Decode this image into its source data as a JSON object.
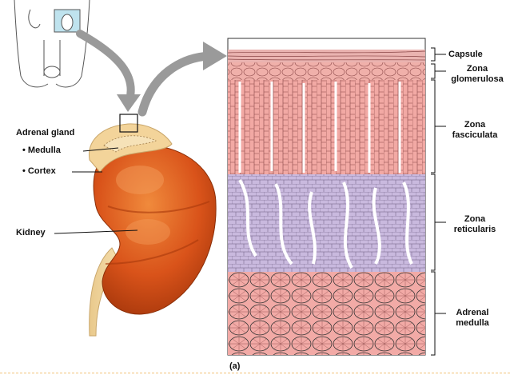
{
  "labels": {
    "adrenal_gland": "Adrenal gland",
    "medulla": "Medulla",
    "cortex": "Cortex",
    "kidney": "Kidney",
    "capsule": "Capsule",
    "zona_glomerulosa_1": "Zona",
    "zona_glomerulosa_2": "glomerulosa",
    "zona_fasciculata_1": "Zona",
    "zona_fasciculata_2": "fasciculata",
    "zona_reticularis_1": "Zona",
    "zona_reticularis_2": "reticularis",
    "adrenal_medulla_1": "Adrenal",
    "adrenal_medulla_2": "medulla",
    "panel": "(a)"
  },
  "colors": {
    "kidney": "#d9531a",
    "kidney_dark": "#b83e10",
    "adrenal": "#f3d49a",
    "capsule": "#e8a0a0",
    "fasciculata": "#f2a9a4",
    "reticularis": "#c9b9de",
    "medulla_cells": "#f2aaa6",
    "cell_border": "#7a3b3b",
    "arrow": "#9a9a9a",
    "inset_fill": "#bfe3ee"
  }
}
